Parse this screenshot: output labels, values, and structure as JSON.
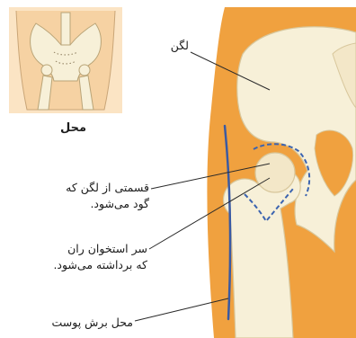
{
  "colors": {
    "skin": "#f0a13f",
    "bone": "#f7f0d8",
    "bone_outline": "#d8c79c",
    "inset_bg": "#fbe4c4",
    "incision": "#3a5aa3",
    "dashed": "#3c64b0"
  },
  "labels": {
    "inset_caption": "محل",
    "pelvis": "لگن",
    "socket_line1": "قسمتی از لگن که",
    "socket_line2": "گود می‌شود.",
    "head_line1": "سر استخوان ران",
    "head_line2": "که برداشته می‌شود.",
    "incision": "محل برش پوست"
  },
  "icons": [
    "pelvis-location-icon"
  ]
}
